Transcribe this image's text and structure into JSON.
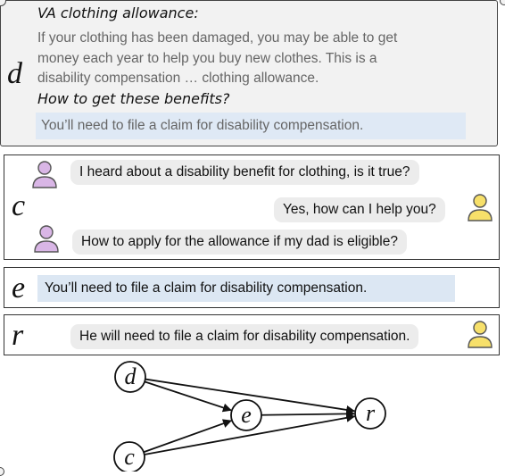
{
  "document": {
    "letter": "d",
    "heading1": "VA clothing allowance:",
    "text_lines": [
      "If your clothing has been damaged, you may be able to get",
      "money each year to  help you buy new clothes. This is a",
      "disability compensation … clothing allowance."
    ],
    "heading2": "How to get these benefits?",
    "answer": "You’ll need to file a claim for disability compensation."
  },
  "context": {
    "letter": "c",
    "messages": [
      {
        "speaker": "user",
        "text": "I heard about a disability benefit for clothing, is it true?"
      },
      {
        "speaker": "agent",
        "text": "Yes, how can I help you?"
      },
      {
        "speaker": "user",
        "text": "How to apply for the allowance if my dad is eligible?"
      }
    ]
  },
  "evidence": {
    "letter": "e",
    "text": "You’ll need to file a claim for disability compensation."
  },
  "response": {
    "letter": "r",
    "text": "He will need to file a claim for disability compensation."
  },
  "graph": {
    "nodes": [
      {
        "id": "d",
        "label": "d"
      },
      {
        "id": "e",
        "label": "e"
      },
      {
        "id": "r",
        "label": "r"
      },
      {
        "id": "c",
        "label": "c"
      }
    ],
    "edges": [
      {
        "from": "d",
        "to": "e"
      },
      {
        "from": "d",
        "to": "r"
      },
      {
        "from": "c",
        "to": "e"
      },
      {
        "from": "c",
        "to": "r"
      },
      {
        "from": "e",
        "to": "r"
      }
    ]
  },
  "colors": {
    "user_avatar": "#d9b6e6",
    "agent_avatar": "#f7e06a",
    "bubble": "#ececec",
    "highlight": "#dfe9f5",
    "doc_bg": "#f2f2f2"
  },
  "icons": {
    "user": "person-icon",
    "agent": "person-icon"
  }
}
